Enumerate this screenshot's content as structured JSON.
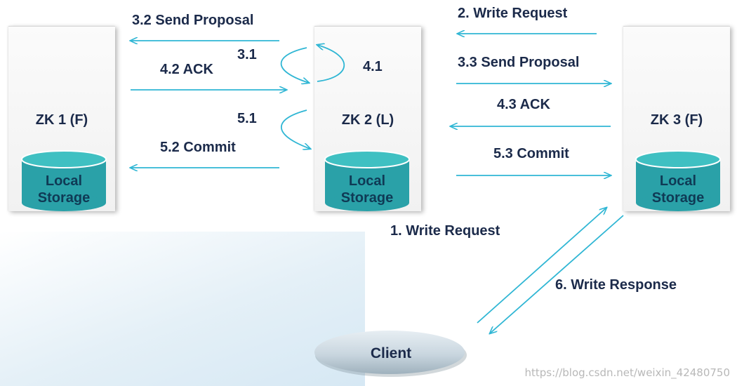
{
  "nodes": {
    "zk1": {
      "title": "ZK 1 (F)",
      "storage_line1": "Local",
      "storage_line2": "Storage"
    },
    "zk2": {
      "title": "ZK 2 (L)",
      "storage_line1": "Local",
      "storage_line2": "Storage"
    },
    "zk3": {
      "title": "ZK 3 (F)",
      "storage_line1": "Local",
      "storage_line2": "Storage"
    }
  },
  "client": {
    "label": "Client"
  },
  "steps": {
    "s1": "1. Write Request",
    "s2": "2. Write Request",
    "s31": "3.1",
    "s32": "3.2 Send Proposal",
    "s33": "3.3 Send Proposal",
    "s41": "4.1",
    "s42": "4.2 ACK",
    "s43": "4.3 ACK",
    "s51": "5.1",
    "s52": "5.2 Commit",
    "s53": "5.3 Commit",
    "s6": "6. Write Response"
  },
  "watermark": "https://blog.csdn.net/weixin_42480750",
  "colors": {
    "arrow": "#2fb6d4",
    "storage_body": "#2aa1a8",
    "storage_top": "#3fc0c2",
    "text": "#1b2a4a"
  }
}
